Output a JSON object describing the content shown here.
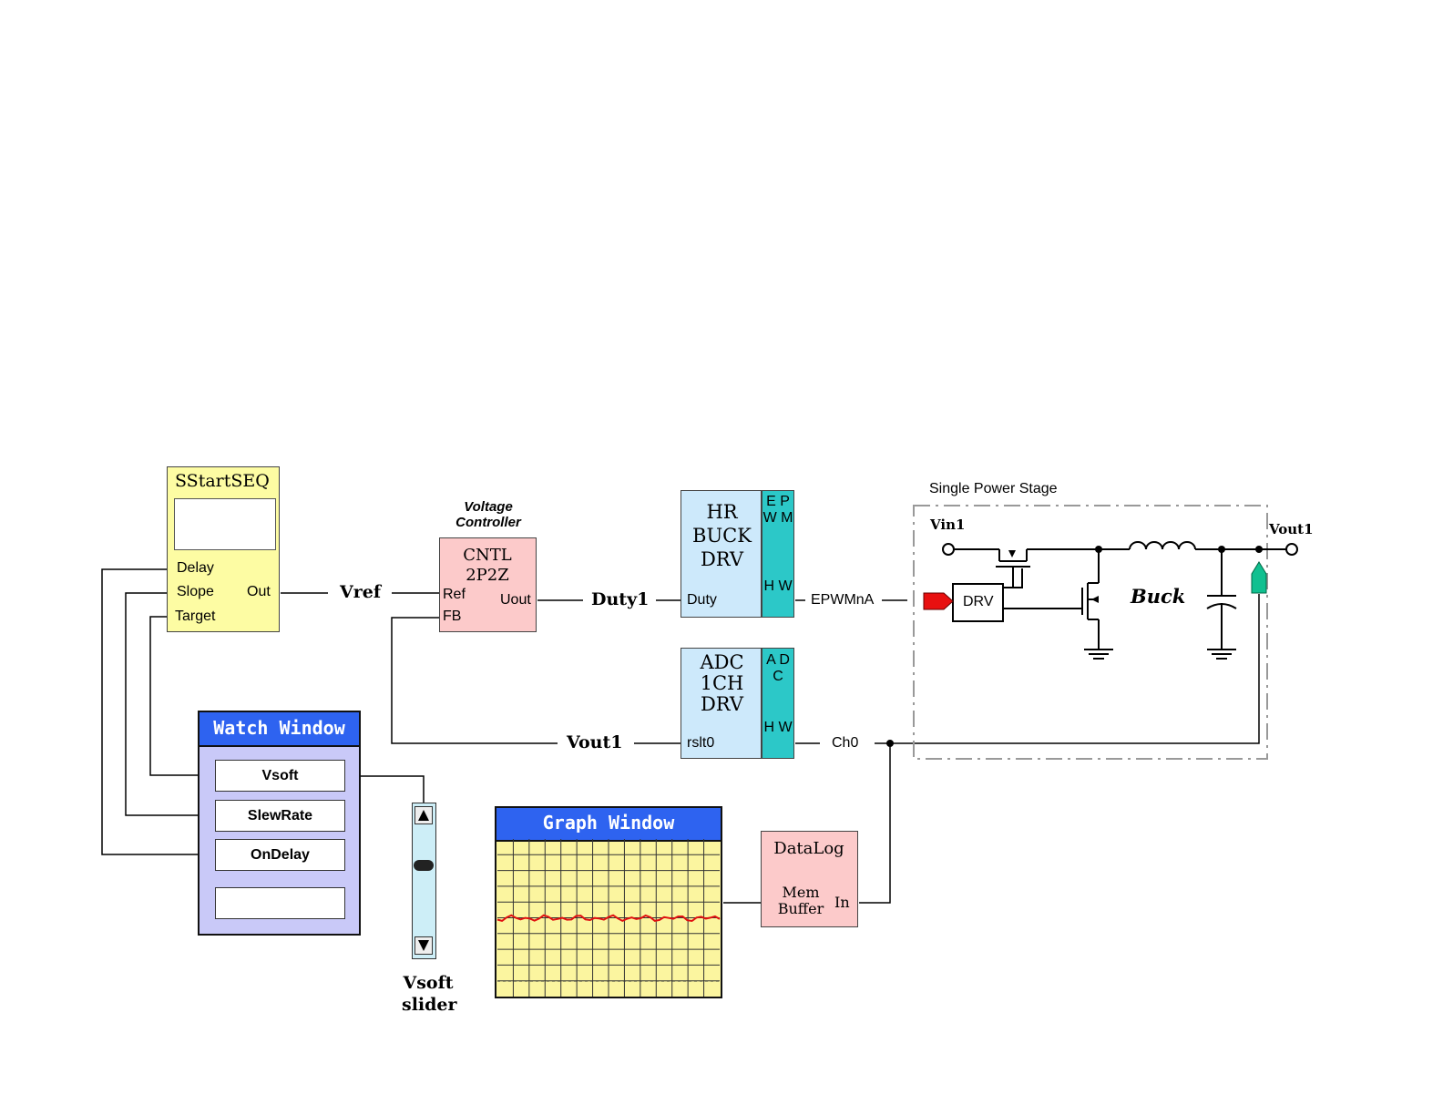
{
  "soft_start": {
    "title": "SStartSEQ",
    "ports": {
      "delay": "Delay",
      "slope": "Slope",
      "target": "Target",
      "out": "Out"
    }
  },
  "signals": {
    "vref": "Vref",
    "duty1": "Duty1",
    "vout1_feedback": "Vout1",
    "epwm": "EPWMnA",
    "ch0": "Ch0"
  },
  "voltage_controller": {
    "caption": "Voltage Controller",
    "title": "CNTL 2P2Z",
    "ports": {
      "ref": "Ref",
      "fb": "FB",
      "uout": "Uout"
    }
  },
  "buck_driver": {
    "title": "HR BUCK DRV",
    "port": "Duty",
    "hw_top": "E P W M",
    "hw_bottom": "H W"
  },
  "adc_driver": {
    "title": "ADC 1CH DRV",
    "port": "rslt0",
    "hw_top": "A D C",
    "hw_bottom": "H W"
  },
  "power_stage": {
    "title": "Single Power Stage",
    "vin": "Vin1",
    "vout": "Vout1",
    "driver": "DRV",
    "topology": "Buck"
  },
  "watch_window": {
    "title": "Watch Window",
    "fields": [
      "Vsoft",
      "SlewRate",
      "OnDelay",
      ""
    ]
  },
  "slider": {
    "label": "Vsoft slider"
  },
  "graph_window": {
    "title": "Graph Window"
  },
  "datalog": {
    "title": "DataLog",
    "mem": "Mem Buffer",
    "in": "In"
  },
  "colors": {
    "soft_start_fill": "#fdfca3",
    "controller_fill": "#fccaca",
    "driver_fill": "#cde9fb",
    "hw_fill": "#2cc8c8",
    "window_header": "#2e63f0",
    "watch_fill": "#c9c9f8",
    "graph_fill": "#fbf59f",
    "graph_trace": "#e01010",
    "pwm_marker": "#e81010",
    "adc_marker": "#10c090"
  }
}
